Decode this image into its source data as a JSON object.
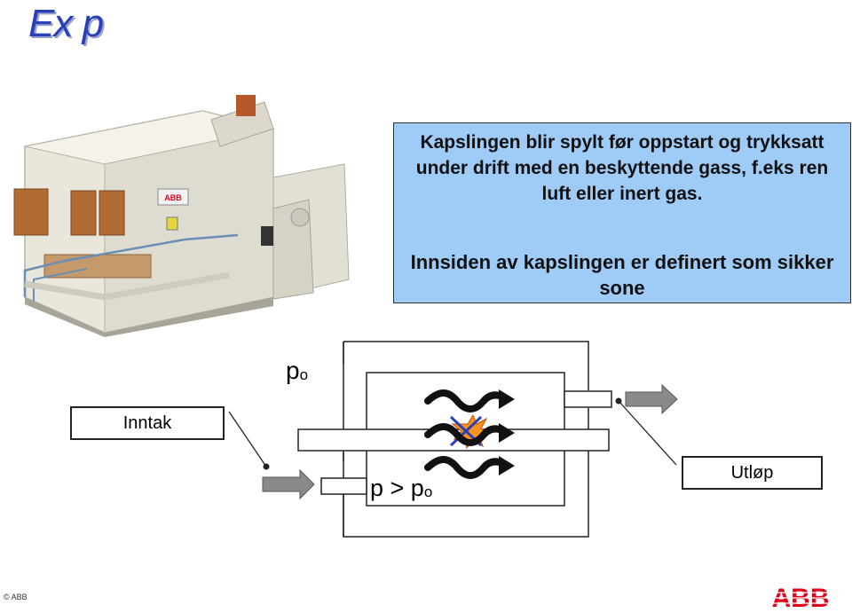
{
  "title": "Ex p",
  "info": {
    "line1": "Kapslingen blir spylt før oppstart og trykksatt under drift med en beskyttende gass, f.eks ren luft eller inert gas.",
    "line2": "Innsiden av kapslingen er definert som sikker sone"
  },
  "diagram": {
    "intake_label": "Inntak",
    "outlet_label": "Utløp",
    "p0_main": "p",
    "p0_sub": "o",
    "pgt_main": "p > p",
    "pgt_sub": "o"
  },
  "footer": {
    "copyright": "© ABB",
    "logo_text": "ABB"
  },
  "colors": {
    "title": "#2a3fb8",
    "infobox": "#9fcbf7",
    "arrow": "#8a8a8a",
    "logo": "#e2001a"
  },
  "machine_badge": "ABB"
}
